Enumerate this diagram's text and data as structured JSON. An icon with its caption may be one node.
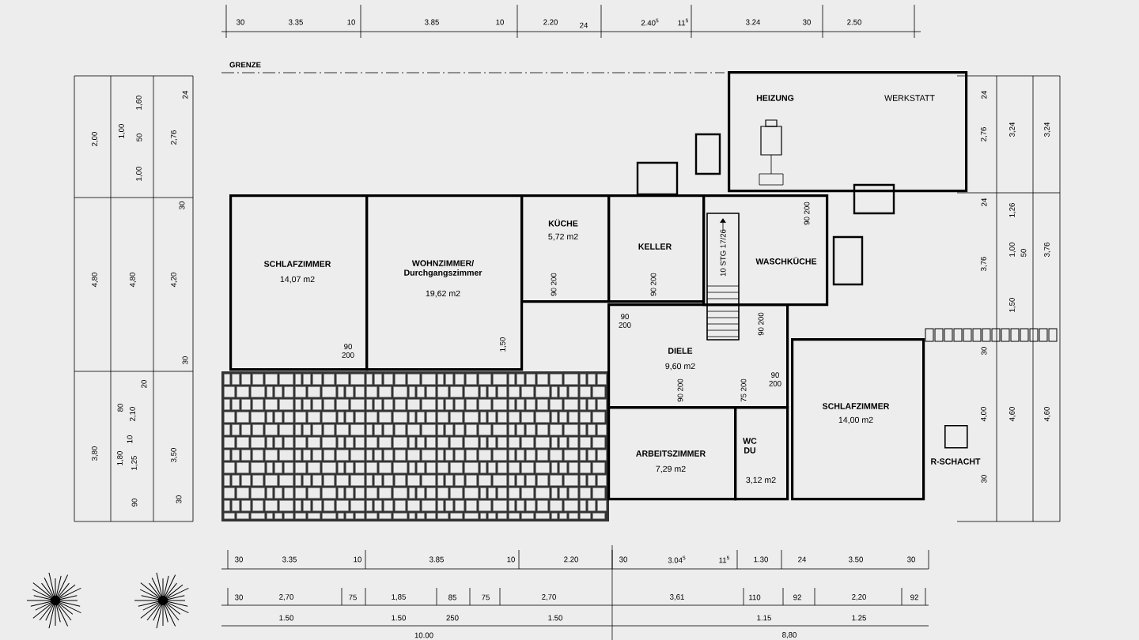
{
  "diagram": {
    "nodes": [
      {
        "text": [
          "HEIZUNG",
          "WERKSTATT"
        ]
      },
      {
        "text": [
          "SCHLAFZIMMER",
          "14,07 m2"
        ]
      },
      {
        "text": [
          "WOHNZIMMER/ Durchgangszimmer",
          "19,62 m2"
        ]
      },
      {
        "text": [
          "KÜCHE",
          "5,72 m2"
        ]
      },
      {
        "text": [
          "KELLER"
        ]
      },
      {
        "text": [
          "WASCHKÜCHE"
        ]
      },
      {
        "text": [
          "DIELE",
          "9,60 m2"
        ]
      },
      {
        "text": [
          "SCHLAFZIMMER",
          "14,00 m2"
        ]
      },
      {
        "text": [
          "ARBEITSZIMMER",
          "7,29 m2"
        ]
      },
      {
        "text": [
          "WC DU",
          "3,12 m2"
        ]
      },
      {
        "text": [
          "R-SCHACHT"
        ]
      }
    ],
    "labels": [
      "30",
      "3.35",
      "10",
      "3.85",
      "10",
      "2.20",
      "24",
      "2.40$^{5}$",
      "11$^{5}$",
      "3.24",
      "30",
      "2.50",
      "GRENZE",
      "2,00",
      "1,60",
      "1,00",
      "50",
      "1,00",
      "4,80",
      "4,80",
      "2,76",
      "24",
      "30",
      "4,20",
      "30",
      "3,80",
      "20",
      "2,10",
      "80",
      "10",
      "1,80",
      "1,25",
      "90",
      "3,50",
      "30",
      "90 200",
      "90 200",
      "1,50",
      "90 200",
      "90 200",
      "10 STG 17/26",
      "90 200",
      "90 200",
      "90 200",
      "90 200",
      "75 200",
      "24",
      "2,76",
      "3,24",
      "3,24",
      "24",
      "1,26",
      "1,00",
      "50",
      "3,76",
      "3,76",
      "1,50",
      "30",
      "4,00",
      "4,60",
      "4,60",
      "30",
      "30",
      "3.35",
      "10",
      "3.85",
      "10",
      "2.20",
      "30",
      "3.04$^{5}$",
      "11$^{5}$",
      "1.30",
      "24",
      "3.50",
      "30",
      "30",
      "2,70",
      "75",
      "1,85",
      "85",
      "75",
      "2,70",
      "3,61",
      "110",
      "92",
      "2,20",
      "92",
      "1.50",
      "1.50",
      "250",
      "1.50",
      "1.15",
      "1.25",
      "10.00",
      "8,80"
    ]
  }
}
